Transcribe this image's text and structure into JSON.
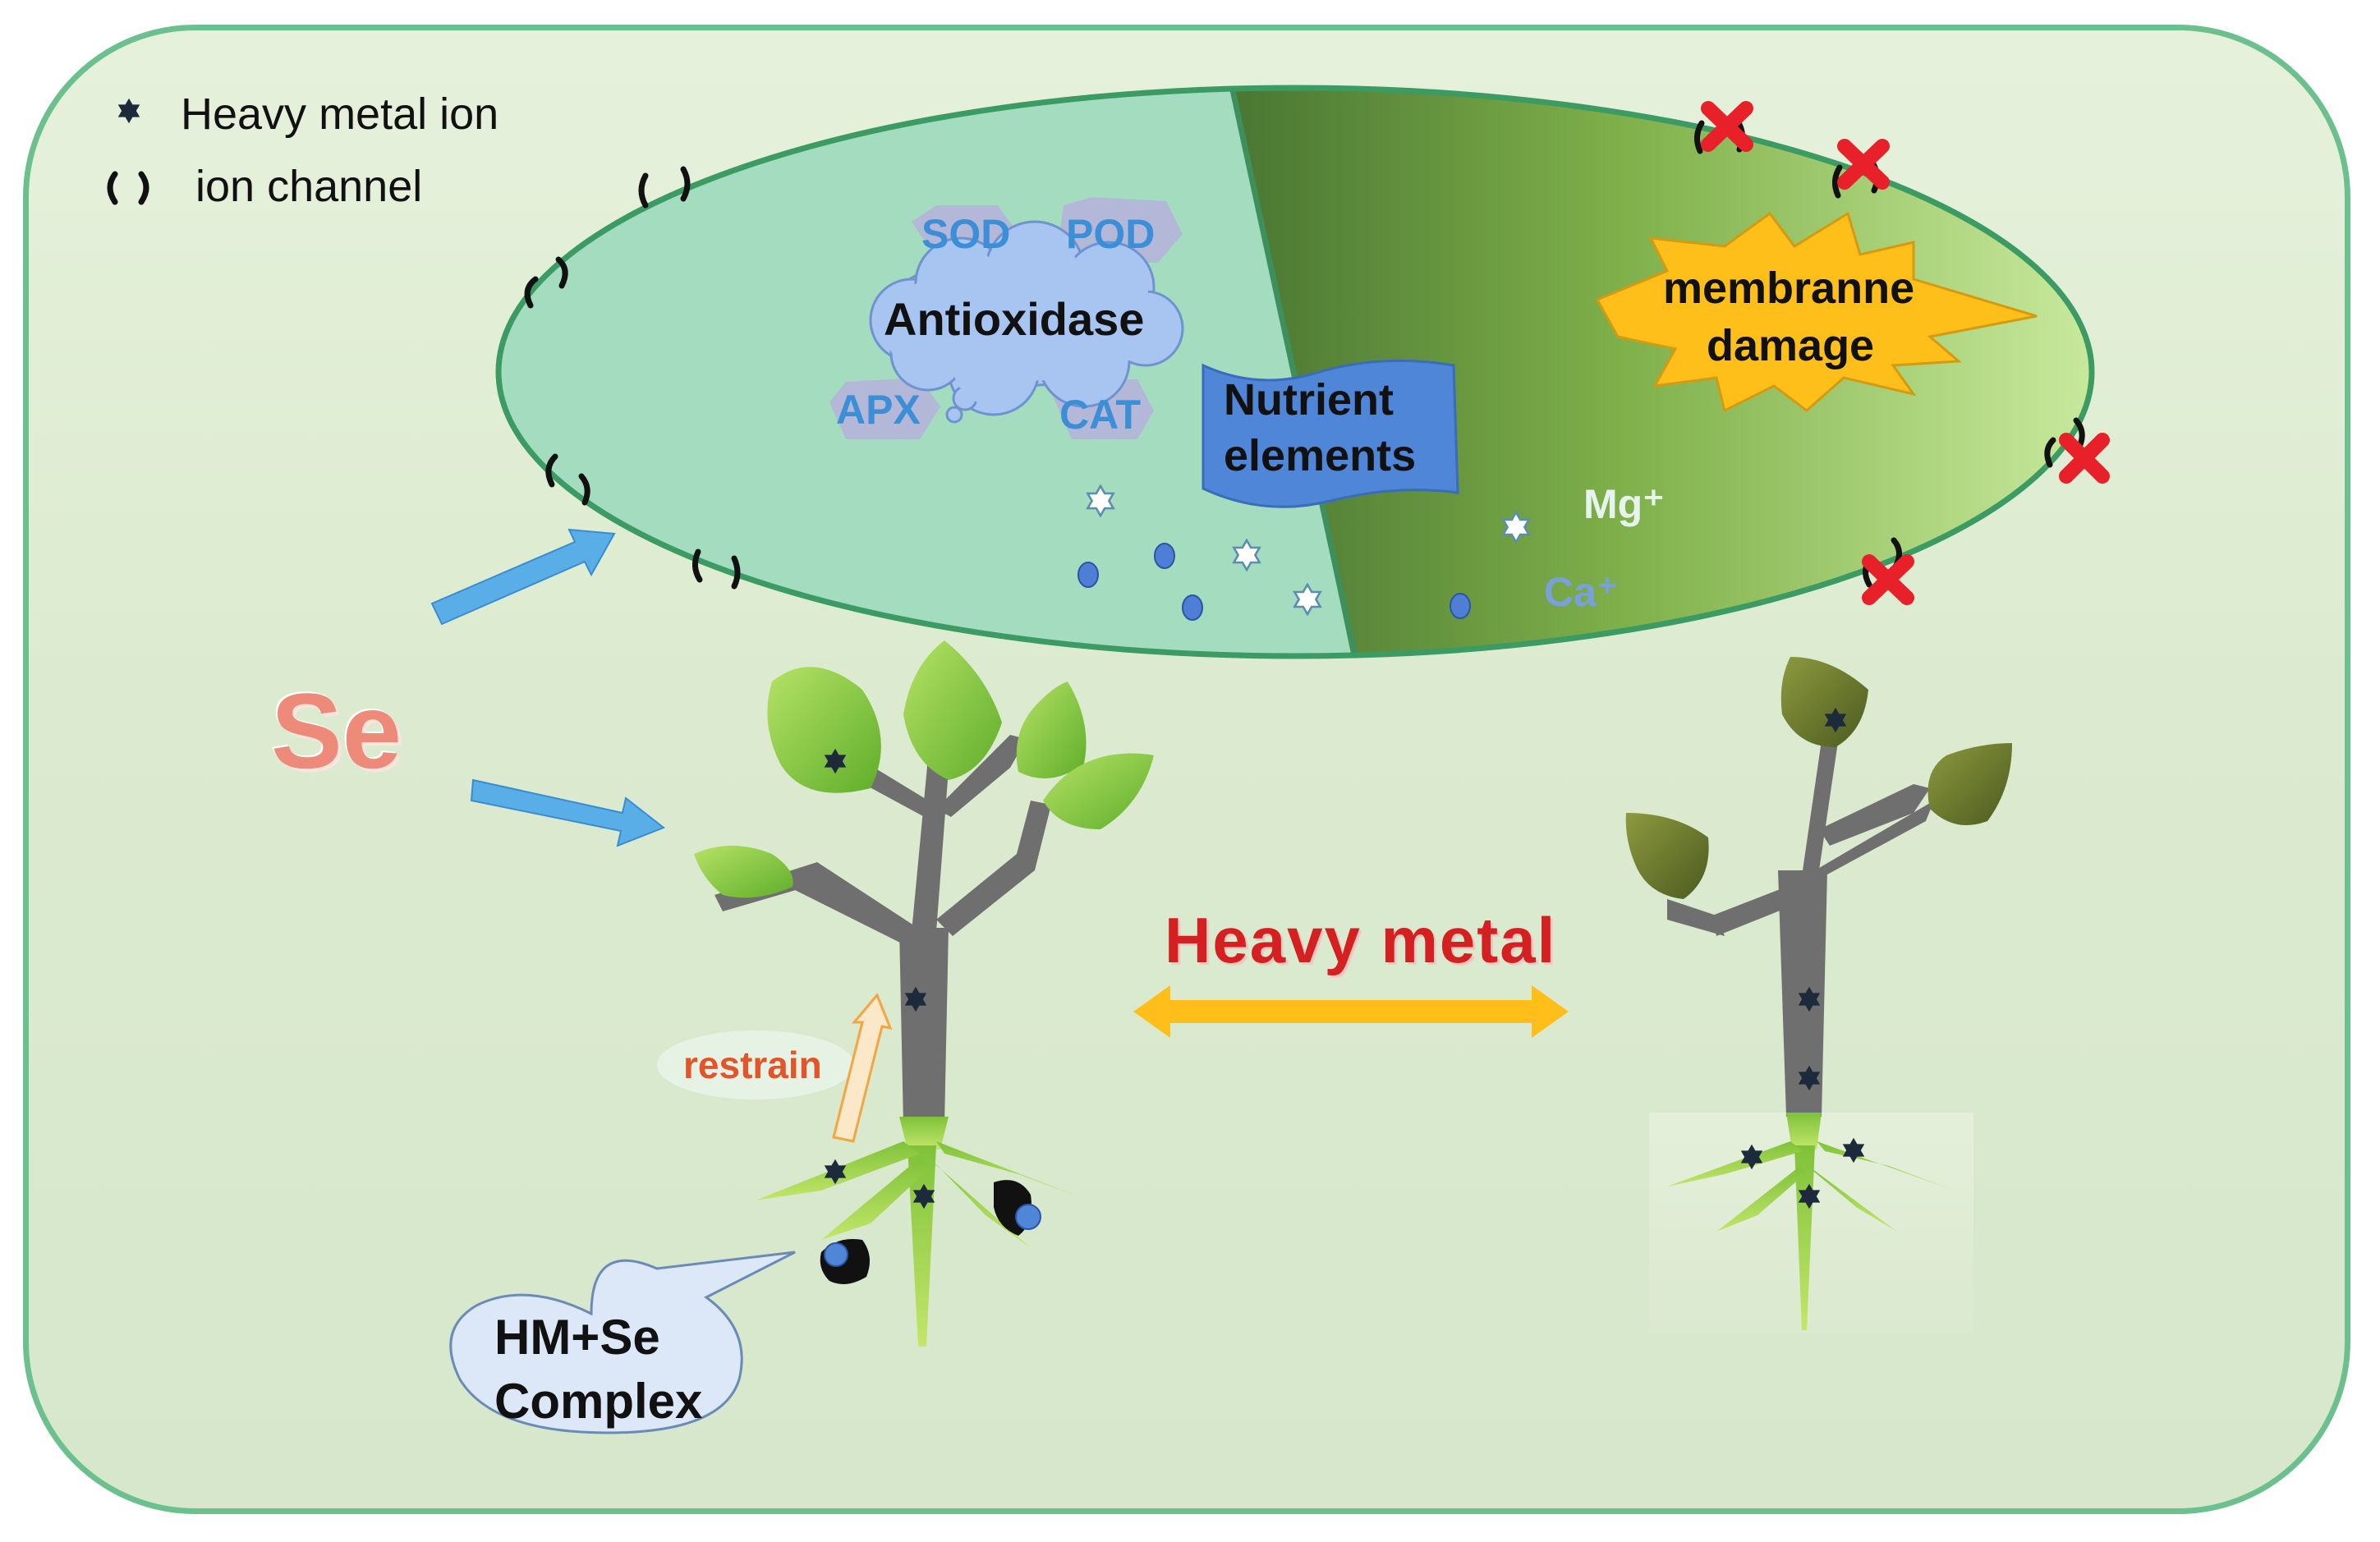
{
  "legend": {
    "heavy_metal_ion": "Heavy metal ion",
    "ion_channel": "ion channel"
  },
  "cell": {
    "enzymes": {
      "sod": "SOD",
      "pod": "POD",
      "apx": "APX",
      "cat": "CAT",
      "antioxidase": "Antioxidase"
    },
    "nutrient_line1": "Nutrient",
    "nutrient_line2": "elements",
    "membrane_line1": "membranne",
    "membrane_line2": "damage",
    "ion_mg": "Mg⁺",
    "ion_ca": "Ca⁺"
  },
  "labels": {
    "se": "Se",
    "heavy_metal": "Heavy metal",
    "restrain": "restrain",
    "complex_line1": "HM+Se",
    "complex_line2": "Complex"
  },
  "colors": {
    "border": "#6cc08e",
    "background": "#e2efd8",
    "cell_left": "#a6ddc0",
    "cell_right_dark": "#4f7d35",
    "cell_right_light": "#c6e89a",
    "arrow_blue": "#5aaee8",
    "double_arrow": "#ffbe1a",
    "damage_star": "#ffbf1a",
    "cross_red": "#e8202a",
    "heavy_metal_text": "#d42020",
    "se_text": "#ee8a7a",
    "healthy_leaf": "#8fcf3a",
    "wilted_leaf": "#6b7a2a",
    "trunk": "#6f6f6f",
    "root": "#a8d83a"
  }
}
